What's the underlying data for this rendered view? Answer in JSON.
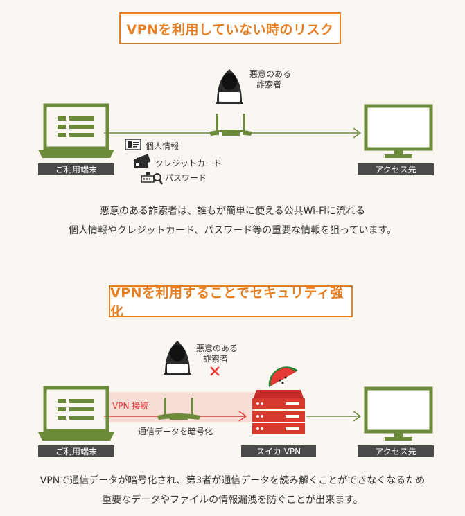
{
  "section1": {
    "title": "VPNを利用していない時のリスク",
    "attacker_label_line1": "悪意のある",
    "attacker_label_line2": "詐索者",
    "device_label": "ご利用端末",
    "destination_label": "アクセス先",
    "items": [
      "個人情報",
      "クレジットカード",
      "パスワード"
    ],
    "desc_line1": "悪意のある詐索者は、誰もが簡単に使える公共Wi-Fiに流れる",
    "desc_line2": "個人情報やクレジットカード、パスワード等の重要な情報を狙っています。"
  },
  "section2": {
    "title": "VPNを利用することでセキュリティ強化",
    "attacker_label_line1": "悪意のある",
    "attacker_label_line2": "詐索者",
    "device_label": "ご利用端末",
    "vpn_label": "VPN 接続",
    "encrypt_label": "通信データを暗号化",
    "server_label": "スイカ VPN",
    "destination_label": "アクセス先",
    "desc_line1": "VPNで通信データが暗号化され、第3者が通信データを読み解くことができなくなるため",
    "desc_line2": "重要なデータやファイルの情報漏洩を防ぐことが出来ます。"
  },
  "colors": {
    "accent": "#e67e22",
    "device_green": "#6b8a3a",
    "label_bg": "#4a4a4a",
    "vpn_red": "#e53935",
    "server_red": "#d63a2f"
  }
}
